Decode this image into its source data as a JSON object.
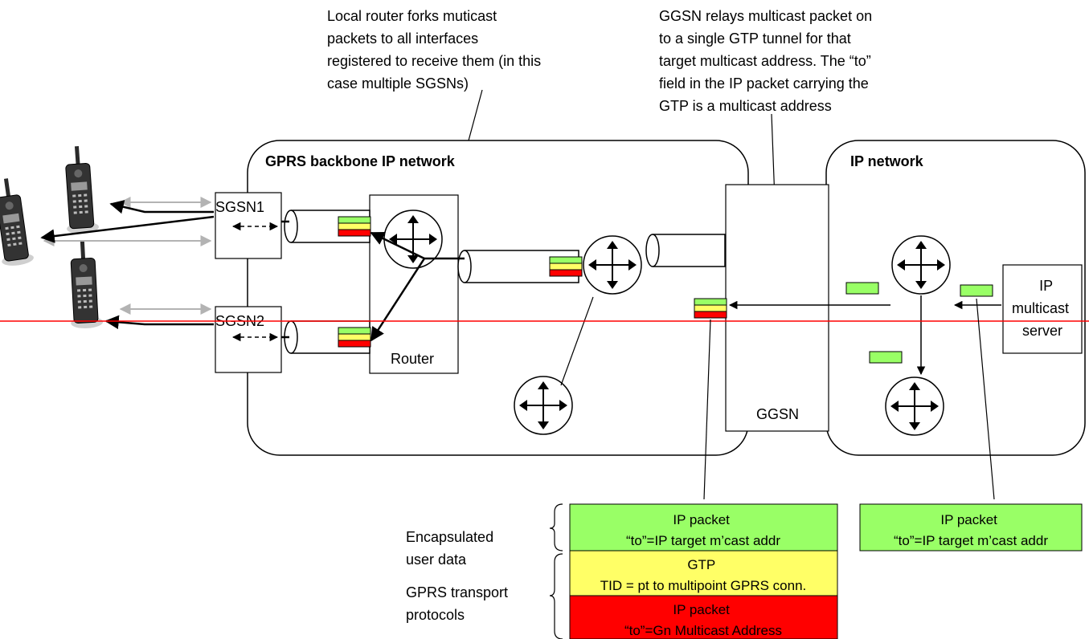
{
  "annotations": {
    "router_fork": [
      "Local router forks muticast",
      "packets to all interfaces",
      "registered to receive them (in this",
      "case multiple SGSNs)"
    ],
    "ggsn_relay": [
      "GGSN relays multicast packet on",
      "to a single GTP tunnel for that",
      "target multicast address. The “to”",
      "field in the IP packet carrying the",
      "GTP is a multicast address"
    ]
  },
  "regions": {
    "gprs_backbone": "GPRS backbone IP network",
    "ip_network": "IP network"
  },
  "nodes": {
    "sgsn1": "SGSN1",
    "sgsn2": "SGSN2",
    "router": "Router",
    "ggsn": "GGSN",
    "server": [
      "IP",
      "multicast",
      "server"
    ]
  },
  "stack": {
    "group_labels": {
      "encapsulated": [
        "Encapsulated",
        "user data"
      ],
      "transport": [
        "GPRS transport",
        "protocols"
      ]
    },
    "cells": [
      {
        "lines": [
          "IP packet",
          "“to”=IP target m’cast addr"
        ],
        "color": "#99ff66"
      },
      {
        "lines": [
          "GTP",
          "TID = pt to multipoint GPRS conn."
        ],
        "color": "#ffff66"
      },
      {
        "lines": [
          "IP packet",
          "“to”=Gn Multicast Address"
        ],
        "color": "#ff0000"
      }
    ],
    "right_cell": {
      "lines": [
        "IP packet",
        "“to”=IP target m’cast addr"
      ],
      "color": "#99ff66"
    }
  },
  "colors": {
    "green": "#99ff66",
    "yellow": "#ffff66",
    "red": "#ff0000",
    "red_line": "#ff0000",
    "gray_arrow": "#b3b3b3"
  },
  "icons": [
    "mobile-phone-icon",
    "router-icon",
    "tunnel-icon",
    "packet-icon"
  ]
}
